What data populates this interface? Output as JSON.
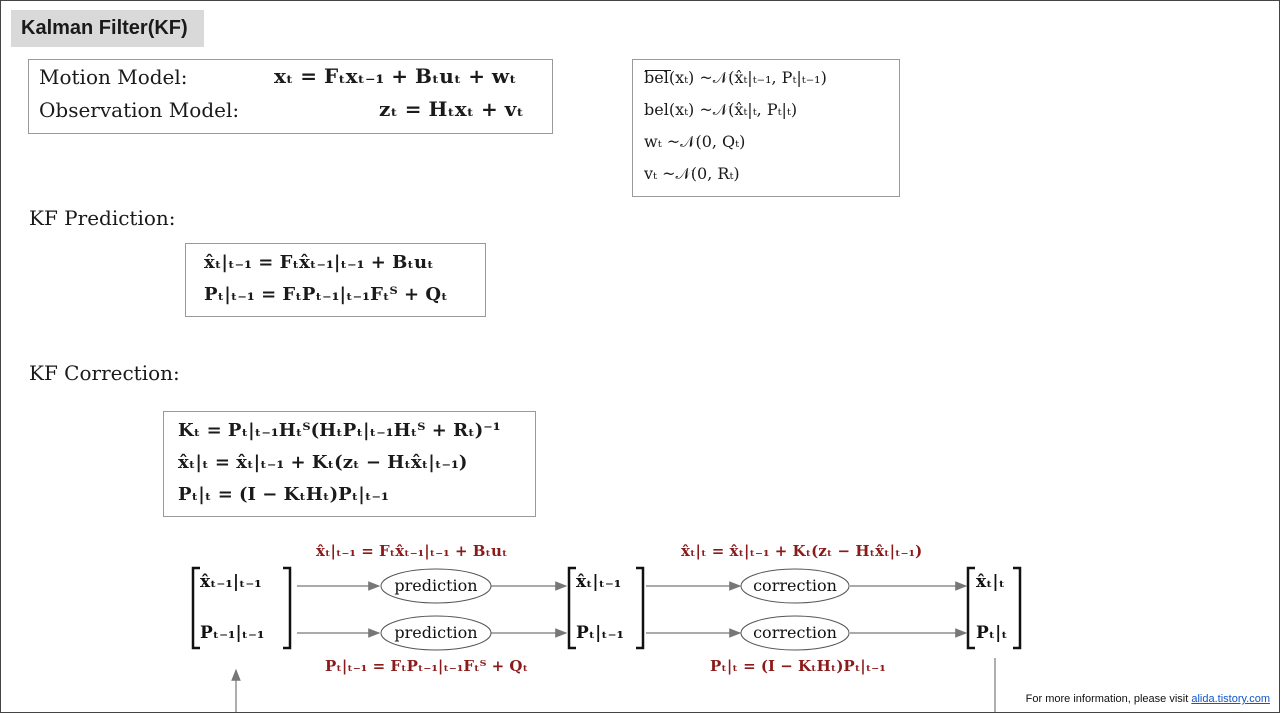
{
  "title": "Kalman Filter(KF)",
  "models": {
    "motion_label": "Motion Model:",
    "motion_eq": "xₜ = Fₜxₜ₋₁ + Bₜuₜ + wₜ",
    "observation_label": "Observation Model:",
    "observation_eq": "zₜ = Hₜxₜ + vₜ"
  },
  "distributions": [
    "bel(xₜ)  ~𝒩(x̂ₜ|ₜ₋₁, Pₜ|ₜ₋₁)",
    "bel(xₜ)  ~𝒩(x̂ₜ|ₜ, Pₜ|ₜ)",
    "wₜ  ~𝒩(0, Qₜ)",
    "vₜ  ~𝒩(0, Rₜ)"
  ],
  "prediction": {
    "heading": "KF Prediction:",
    "eq1": "x̂ₜ|ₜ₋₁ = Fₜx̂ₜ₋₁|ₜ₋₁ + Bₜuₜ",
    "eq2": "Pₜ|ₜ₋₁ = FₜPₜ₋₁|ₜ₋₁Fₜᵀ + Qₜ"
  },
  "correction": {
    "heading": "KF Correction:",
    "eq1": "Kₜ = Pₜ|ₜ₋₁Hₜᵀ(HₜPₜ|ₜ₋₁Hₜᵀ + Rₜ)⁻¹",
    "eq2": "x̂ₜ|ₜ = x̂ₜ|ₜ₋₁ + Kₜ(zₜ − Hₜx̂ₜ|ₜ₋₁)",
    "eq3": "Pₜ|ₜ = (I − KₜHₜ)Pₜ|ₜ₋₁"
  },
  "diagram": {
    "state_prev_x": "x̂ₜ₋₁|ₜ₋₁",
    "state_prev_p": "Pₜ₋₁|ₜ₋₁",
    "state_pred_x": "x̂ₜ|ₜ₋₁",
    "state_pred_p": "Pₜ|ₜ₋₁",
    "state_corr_x": "x̂ₜ|ₜ",
    "state_corr_p": "Pₜ|ₜ",
    "node_prediction": "prediction",
    "node_correction": "correction",
    "top_pred_eq": "x̂ₜ|ₜ₋₁ = Fₜx̂ₜ₋₁|ₜ₋₁ + Bₜuₜ",
    "bottom_pred_eq": "Pₜ|ₜ₋₁ = FₜPₜ₋₁|ₜ₋₁Fₜᵀ + Qₜ",
    "top_corr_eq": "x̂ₜ|ₜ = x̂ₜ|ₜ₋₁ + Kₜ(zₜ − Hₜx̂ₜ|ₜ₋₁)",
    "bottom_corr_eq": "Pₜ|ₜ = (I − KₜHₜ)Pₜ|ₜ₋₁"
  },
  "footer": {
    "text": "For more information, please visit ",
    "link": "alida.tistory.com"
  },
  "colors": {
    "accent_red": "#8b1a1a",
    "title_bg": "#d9d9d9",
    "link": "#1155cc"
  }
}
